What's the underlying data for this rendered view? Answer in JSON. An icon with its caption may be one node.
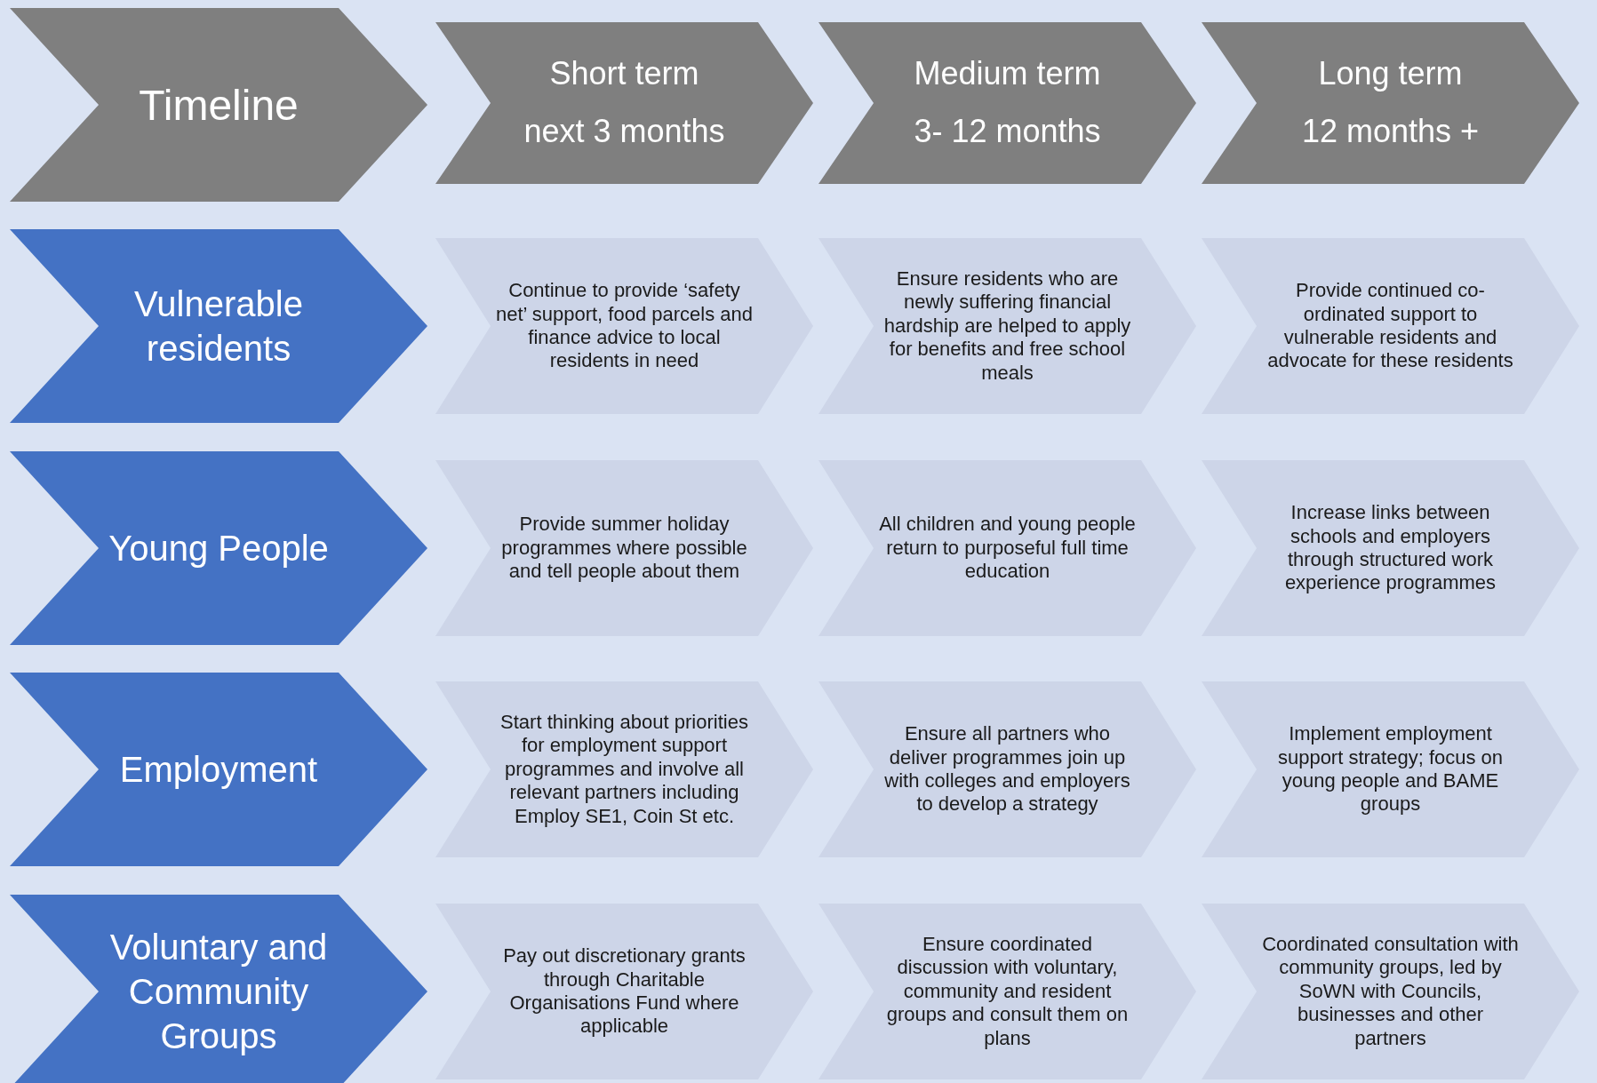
{
  "diagram": {
    "nodes": [
      {
        "text": [
          "Timeline"
        ]
      },
      {
        "text": [
          "Short term",
          "next 3 months"
        ]
      },
      {
        "text": [
          "Medium term",
          "3- 12 months"
        ]
      },
      {
        "text": [
          "Long term",
          "12 months +"
        ]
      },
      {
        "text": [
          "Vulnerable residents"
        ]
      },
      {
        "text": [
          "Continue to provide ‘safety net’ support, food parcels and finance advice to local residents in need"
        ]
      },
      {
        "text": [
          "Ensure residents who are newly suffering financial hardship are helped to apply for benefits and free school meals"
        ]
      },
      {
        "text": [
          "Provide continued co-ordinated support to vulnerable residents and advocate for these residents"
        ]
      },
      {
        "text": [
          "Young People"
        ]
      },
      {
        "text": [
          "Provide summer holiday programmes where possible and tell people about them"
        ]
      },
      {
        "text": [
          "All children and young people return to purposeful full time education"
        ]
      },
      {
        "text": [
          "Increase links between schools and employers through structured work experience programmes"
        ]
      },
      {
        "text": [
          "Employment"
        ]
      },
      {
        "text": [
          "Start thinking about priorities for employment support programmes and involve all relevant partners including Employ SE1, Coin St etc."
        ]
      },
      {
        "text": [
          "Ensure all partners who deliver programmes join up with colleges and employers to develop a strategy"
        ]
      },
      {
        "text": [
          "Implement employment support strategy; focus on young people and BAME groups"
        ]
      },
      {
        "text": [
          "Voluntary and Community Groups"
        ]
      },
      {
        "text": [
          "Pay out discretionary grants through Charitable Organisations Fund where applicable"
        ]
      },
      {
        "text": [
          "Ensure coordinated discussion with voluntary, community and resident groups and consult them on plans"
        ]
      },
      {
        "text": [
          "Coordinated consultation with community groups, led by SoWN with Councils, businesses and other partners"
        ]
      }
    ]
  }
}
